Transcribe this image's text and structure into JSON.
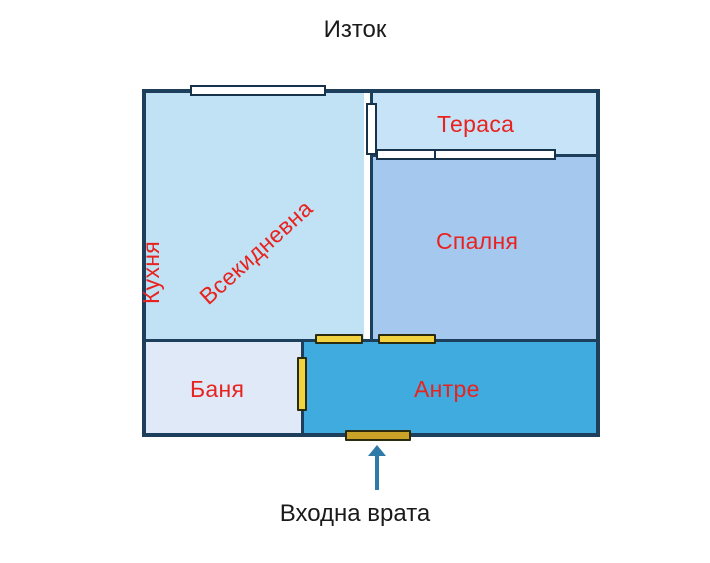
{
  "diagram": {
    "title_top": "Изток",
    "caption_bottom": "Входна врата",
    "label_color": "#e8231f",
    "caption_color": "#1a1a1a",
    "wall_color": "#1d3f5c",
    "door_color": "#f2d23f",
    "entry_door_color": "#c9a227",
    "window_color": "#ffffff",
    "arrow_color": "#2e7aa8"
  },
  "rooms": [
    {
      "id": "kitchen",
      "label": "Кухня",
      "fill": "#c1e2f5",
      "orientation": "vertical"
    },
    {
      "id": "living",
      "label": "Всекидневна",
      "fill": "#c1e2f5",
      "orientation": "diagonal"
    },
    {
      "id": "terrace",
      "label": "Тераса",
      "fill": "#c6e3f7",
      "orientation": "horizontal"
    },
    {
      "id": "bedroom",
      "label": "Спалня",
      "fill": "#a5c9ee",
      "orientation": "horizontal"
    },
    {
      "id": "bathroom",
      "label": "Баня",
      "fill": "#dfe9f7",
      "orientation": "horizontal"
    },
    {
      "id": "hallway",
      "label": "Антре",
      "fill": "#3fabdf",
      "orientation": "horizontal"
    }
  ],
  "openings": {
    "window_kitchen_top": "window",
    "window_terrace_left": "window",
    "window_bedroom_top": "window",
    "door_bathroom": "door",
    "door_living_to_hall": "door",
    "door_bedroom_to_hall": "door",
    "door_entrance": "entry-door"
  }
}
